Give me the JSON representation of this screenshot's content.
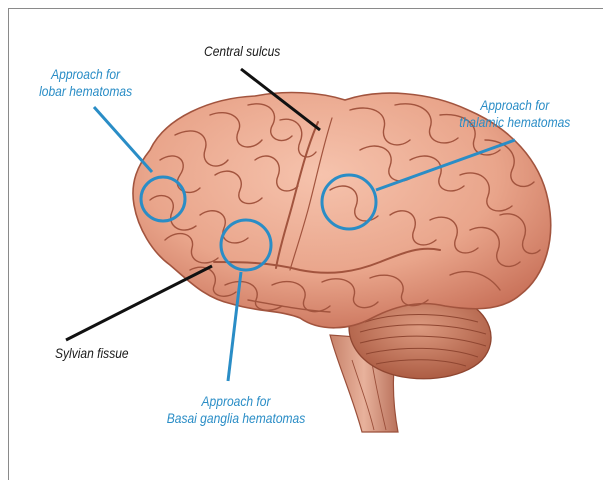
{
  "labels": {
    "lobar": {
      "line1": "Approach for",
      "line2": "lobar hematomas"
    },
    "central_sulcus": "Central sulcus",
    "thalamic": {
      "line1": "Approach for",
      "line2": "thalamic hematomas"
    },
    "sylvian": "Sylvian fissue",
    "basal": {
      "line1": "Approach for",
      "line2": "Basai ganglia hematomas"
    }
  },
  "colors": {
    "annotation_blue": "#2a8dc6",
    "pointer_black": "#111111",
    "brain_fill": "#e9a58b",
    "brain_shadow": "#c9725a",
    "gyri_lines": "#a2543e",
    "cerebellum": "#c77f67",
    "brainstem": "#d79a82",
    "frame_border": "#8a8a8a"
  }
}
